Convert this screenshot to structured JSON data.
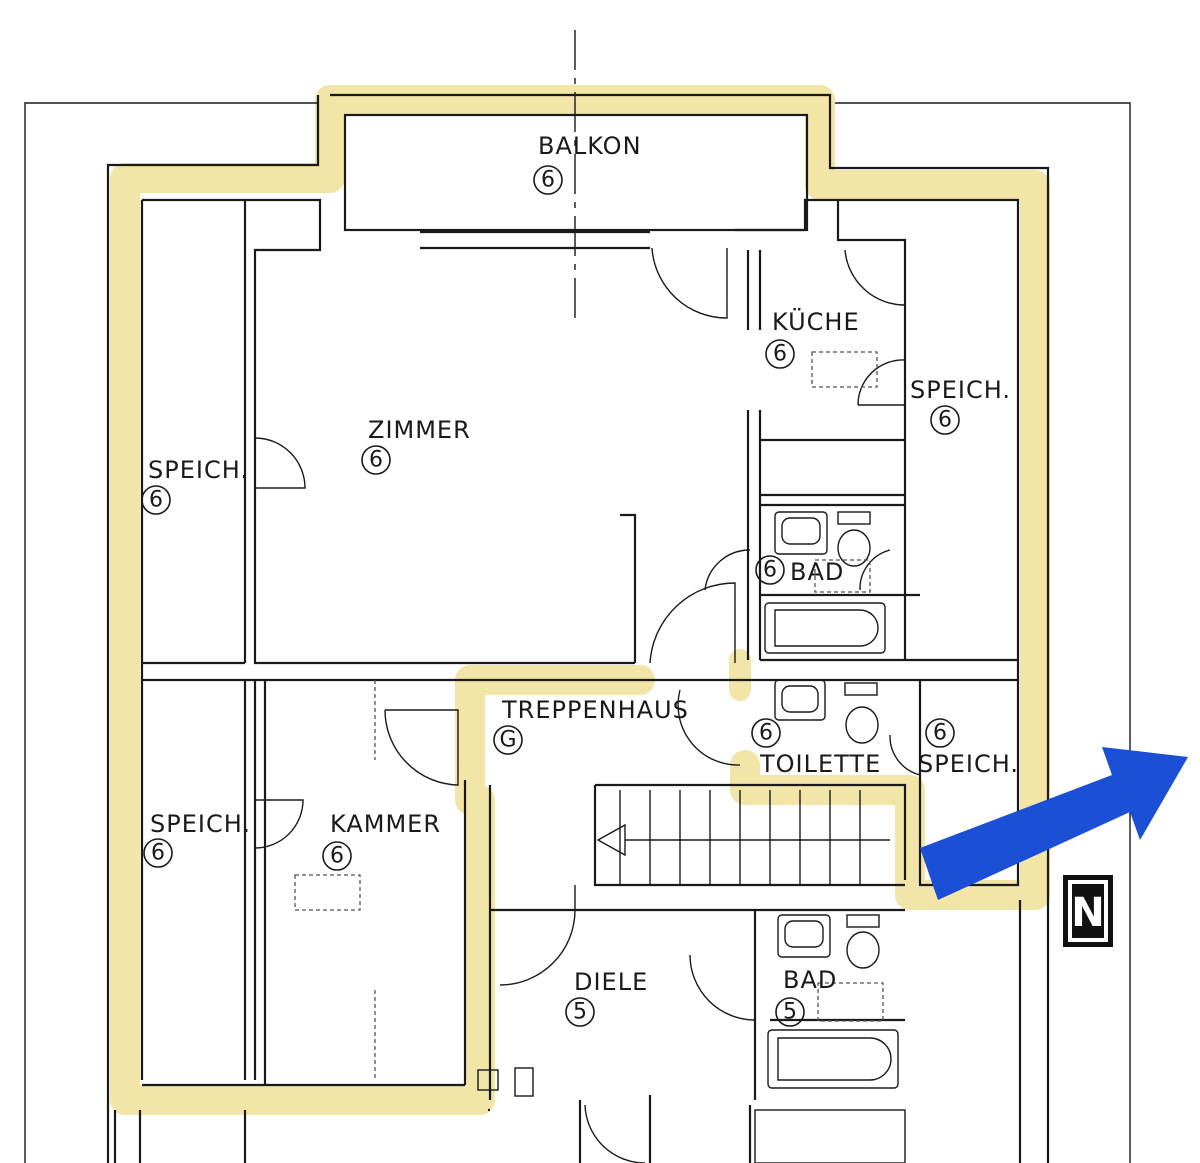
{
  "colors": {
    "highlight": "#f1e5a8",
    "arrow": "#1a4fd6",
    "ink": "#1a1a1a"
  },
  "rooms": {
    "balkon": {
      "label": "BALKON",
      "number": "6"
    },
    "kueche": {
      "label": "KÜCHE",
      "number": "6"
    },
    "speich_ne": {
      "label": "SPEICH.",
      "number": "6"
    },
    "zimmer": {
      "label": "ZIMMER",
      "number": "6"
    },
    "speich_nw": {
      "label": "SPEICH.",
      "number": "6"
    },
    "bad_upper": {
      "label": "BAD",
      "number": "6"
    },
    "treppenhaus": {
      "label": "TREPPENHAUS",
      "number": "G"
    },
    "toilette": {
      "label": "TOILETTE",
      "number": "6"
    },
    "speich_e": {
      "label": "SPEICH.",
      "number": "6"
    },
    "speich_sw": {
      "label": "SPEICH.",
      "number": "6"
    },
    "kammer": {
      "label": "KAMMER",
      "number": "6"
    },
    "diele": {
      "label": "DIELE",
      "number": "5"
    },
    "bad_lower": {
      "label": "BAD",
      "number": "5"
    }
  },
  "compass": {
    "label": "N",
    "icon": "north-arrow-icon"
  }
}
